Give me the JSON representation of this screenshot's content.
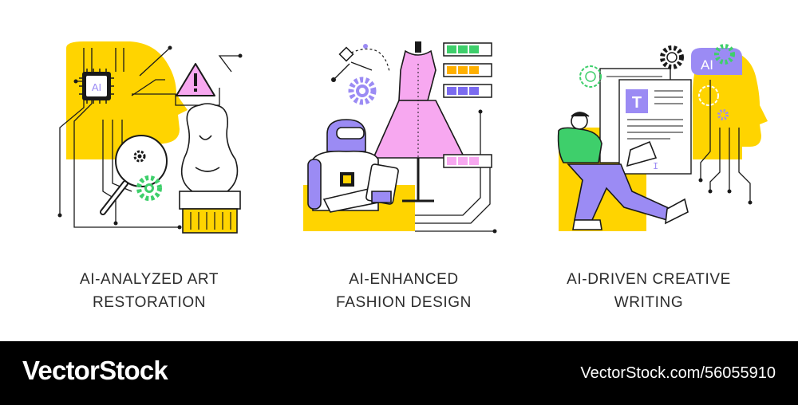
{
  "panels": [
    {
      "id": "art-restoration",
      "caption_line1": "AI-ANALYZED ART",
      "caption_line2": "RESTORATION",
      "chip_text": "AI"
    },
    {
      "id": "fashion-design",
      "caption_line1": "AI-ENHANCED",
      "caption_line2": "FASHION DESIGN"
    },
    {
      "id": "creative-writing",
      "caption_line1": "AI-DRIVEN CREATIVE",
      "caption_line2": "WRITING",
      "head_text": "AI",
      "doc_icon_text": "T"
    }
  ],
  "footer": {
    "brand": "VectorStock",
    "image_id": "VectorStock.com/56055910"
  },
  "colors": {
    "yellow": "#FFD400",
    "purple": "#9B8BF4",
    "pink": "#F7A8F0",
    "green": "#3ECF6B",
    "outline": "#1a1a1a",
    "footer_bg": "#000000"
  },
  "icons": [
    "ai-chip-icon",
    "warning-icon",
    "gear-icon",
    "magnifier-icon",
    "text-document-icon"
  ]
}
